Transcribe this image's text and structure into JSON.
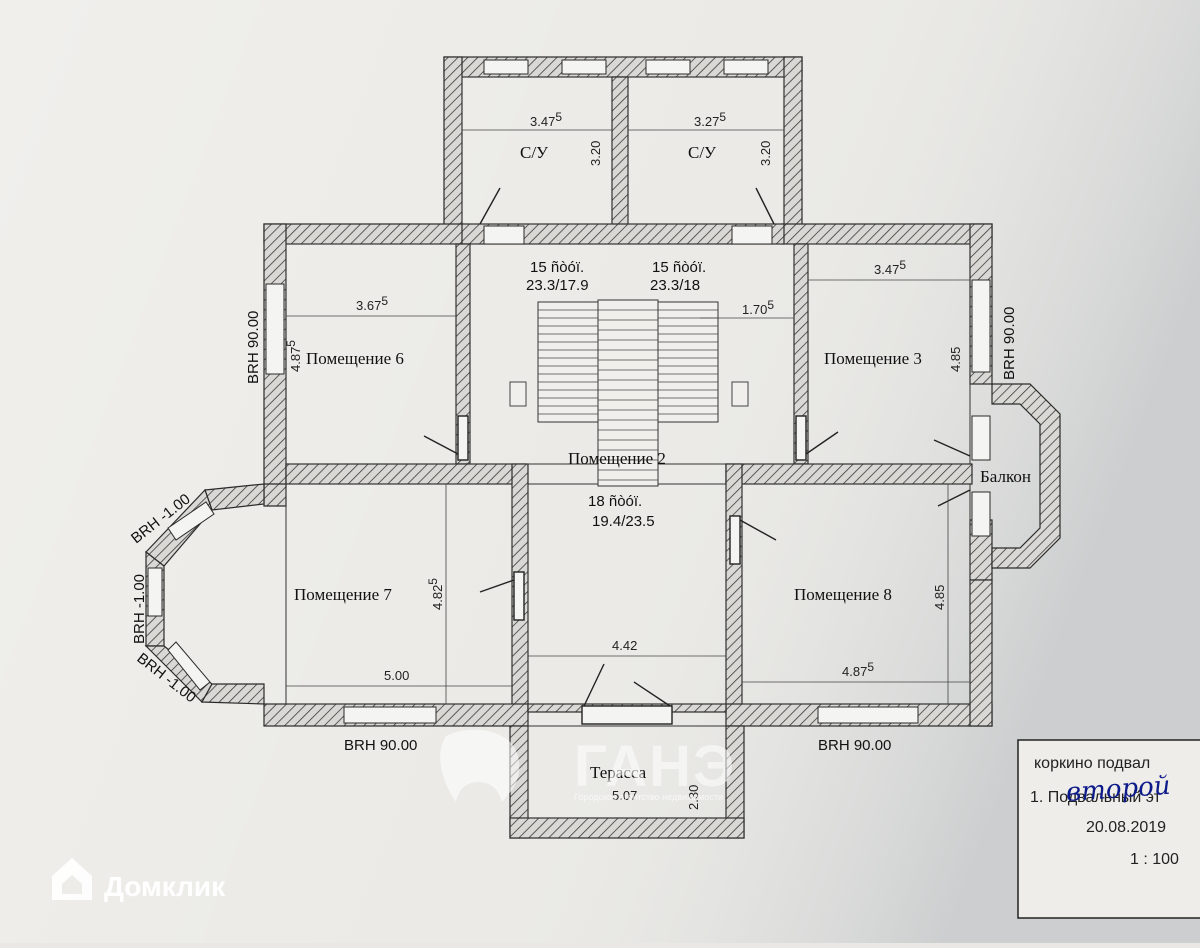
{
  "plan": {
    "rooms": {
      "su_left": "С/У",
      "su_right": "С/У",
      "room6": "Помещение 6",
      "room3": "Помещение 3",
      "room2": "Помещение 2",
      "room7": "Помещение 7",
      "room8": "Помещение 8",
      "balcony": "Балкон",
      "terrace": "Терасса"
    },
    "stairs": {
      "left_count": "15 ñòóï.",
      "left_ratio": "23.3/17.9",
      "right_count": "15 ñòóï.",
      "right_ratio": "23.3/18",
      "main_count": "18 ñòóï.",
      "main_ratio": "19.4/23.5"
    },
    "dims": {
      "su_left_w": "3.47",
      "su_left_w_sup": "5",
      "su_left_h": "3.20",
      "su_right_w": "3.27",
      "su_right_w_sup": "5",
      "su_right_h": "3.20",
      "room6_w": "3.67",
      "room6_w_sup": "5",
      "room6_h": "4.87",
      "room6_h_sup": "5",
      "room3_w": "3.47",
      "room3_w_sup": "5",
      "room3_h": "4.85",
      "hall_w": "1.70",
      "hall_w_sup": "5",
      "room7_h": "4.82",
      "room7_h_sup": "5",
      "room7_w": "5.00",
      "room2_w": "4.42",
      "room8_h": "4.85",
      "room8_w": "4.87",
      "room8_w_sup": "5",
      "terrace_w": "5.07",
      "terrace_h": "2.30"
    },
    "brh": {
      "left": "BRH 90.00",
      "right": "BRH 90.00",
      "bay_top": "BRH -1.00",
      "bay_mid": "BRH -1.00",
      "bay_bottom": "BRH -1.00",
      "bottom_left": "BRH 90.00",
      "bottom_right": "BRH 90.00"
    }
  },
  "stamp": {
    "line1": "коркино подвал",
    "line2": "1. Подвальный эт",
    "handwritten": "второй",
    "date": "20.08.2019",
    "scale": "1 : 100"
  },
  "watermarks": {
    "agency_name": "ГАНЭ",
    "agency_tagline": "Городское агентство недвижимости",
    "site_brand": "Домклик"
  }
}
